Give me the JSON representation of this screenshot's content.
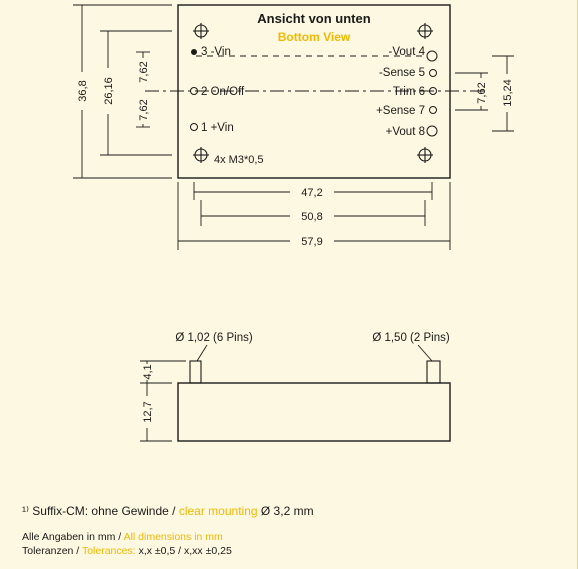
{
  "colors": {
    "background": "#fdf8e1",
    "accent": "#f2b800",
    "ink": "#1a1a1a"
  },
  "bottom_view": {
    "title": "Ansicht von unten",
    "subtitle": "Bottom View",
    "pins_left": [
      "3 -Vin",
      "2 On/Off",
      "1 +Vin"
    ],
    "pins_right": [
      "-Vout 4",
      "-Sense 5",
      "Trim 6",
      "+Sense 7",
      "+Vout 8"
    ],
    "mounting": "4x M3*0,5",
    "dim_height_total": "36,8",
    "dim_height_inner": "26,16",
    "dim_pitch_left_a": "7,62",
    "dim_pitch_left_b": "7,62",
    "dim_pitch_right": "7,62",
    "dim_right_span": "15,24",
    "dim_width_pins": "47,2",
    "dim_width_holes": "50,8",
    "dim_width_total": "57,9"
  },
  "side_view": {
    "pin_label_small": "Ø 1,02 (6 Pins)",
    "pin_label_large": "Ø 1,50 (2 Pins)",
    "dim_pin_length": "4,1",
    "dim_body_height": "12,7"
  },
  "notes": {
    "footnote_marker": "¹⁾",
    "footnote_de": "Suffix-CM: ohne Gewinde /",
    "footnote_en": "clear mounting",
    "footnote_value": "Ø 3,2 mm",
    "units_de": "Alle Angaben in mm /",
    "units_en": "All dimensions in mm",
    "tol_de": "Toleranzen /",
    "tol_en": "Tolerances:",
    "tol_values": "x,x ±0,5 / x,xx ±0,25"
  }
}
